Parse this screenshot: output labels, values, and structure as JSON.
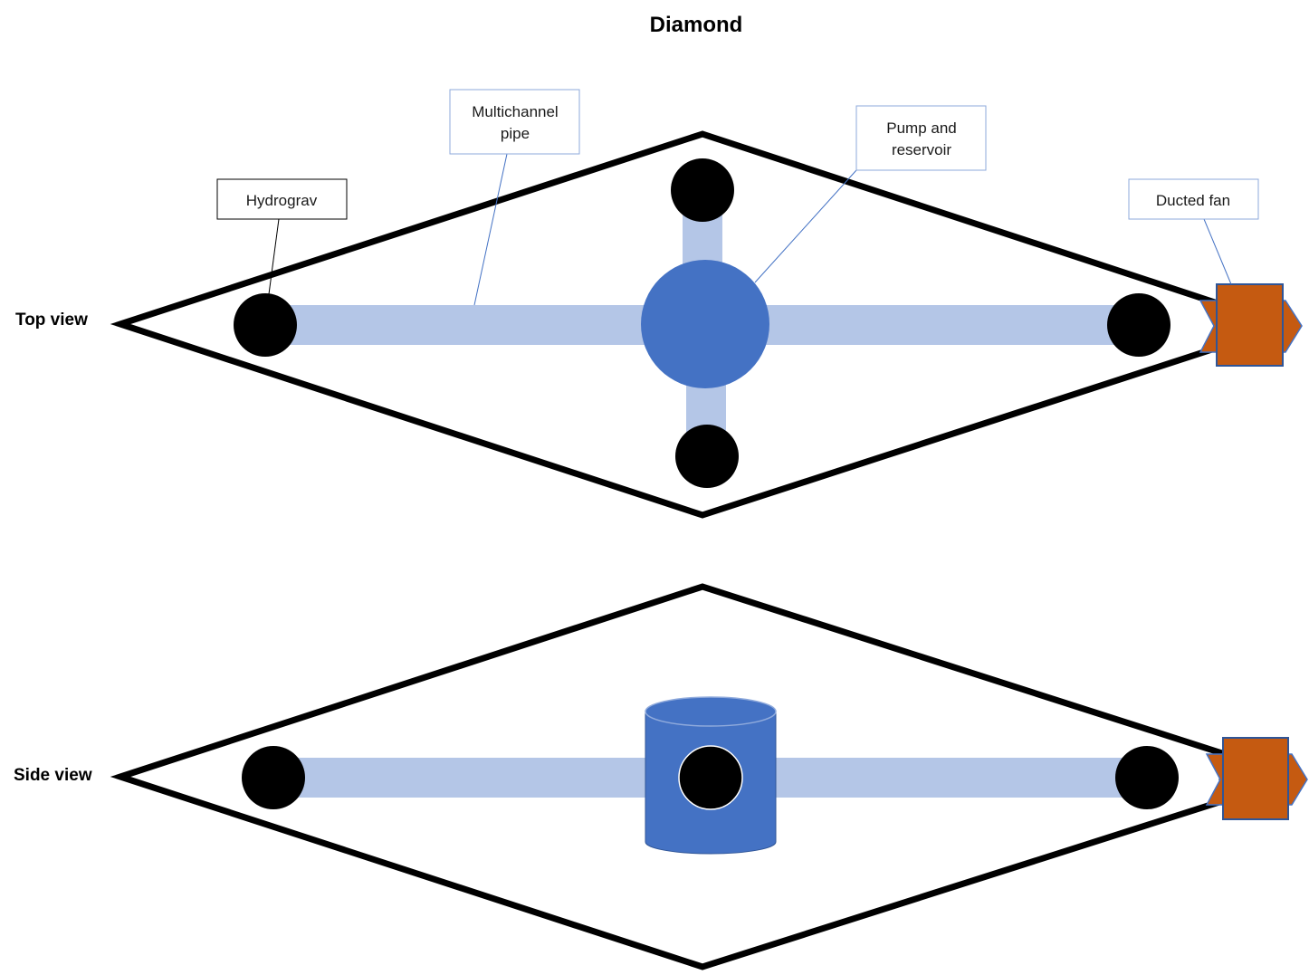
{
  "title": "Diamond",
  "views": {
    "top_label": "Top view",
    "side_label": "Side view"
  },
  "callouts": {
    "hydrograv": "Hydrograv",
    "multichannel_line1": "Multichannel",
    "multichannel_line2": "pipe",
    "pump_line1": "Pump and",
    "pump_line2": "reservoir",
    "ducted_fan": "Ducted fan"
  },
  "colors": {
    "outline": "#000000",
    "pipe": "#b4c6e7",
    "reservoir": "#4472c4",
    "fan_fill": "#c55a11",
    "fan_stroke": "#4472c4",
    "callout_border_dark": "#000000",
    "callout_border_blue": "#8eaadb",
    "leader_blue": "#4472c4"
  },
  "icons": [
    "hydrograv-icon",
    "ducted-fan-icon",
    "reservoir-icon"
  ]
}
